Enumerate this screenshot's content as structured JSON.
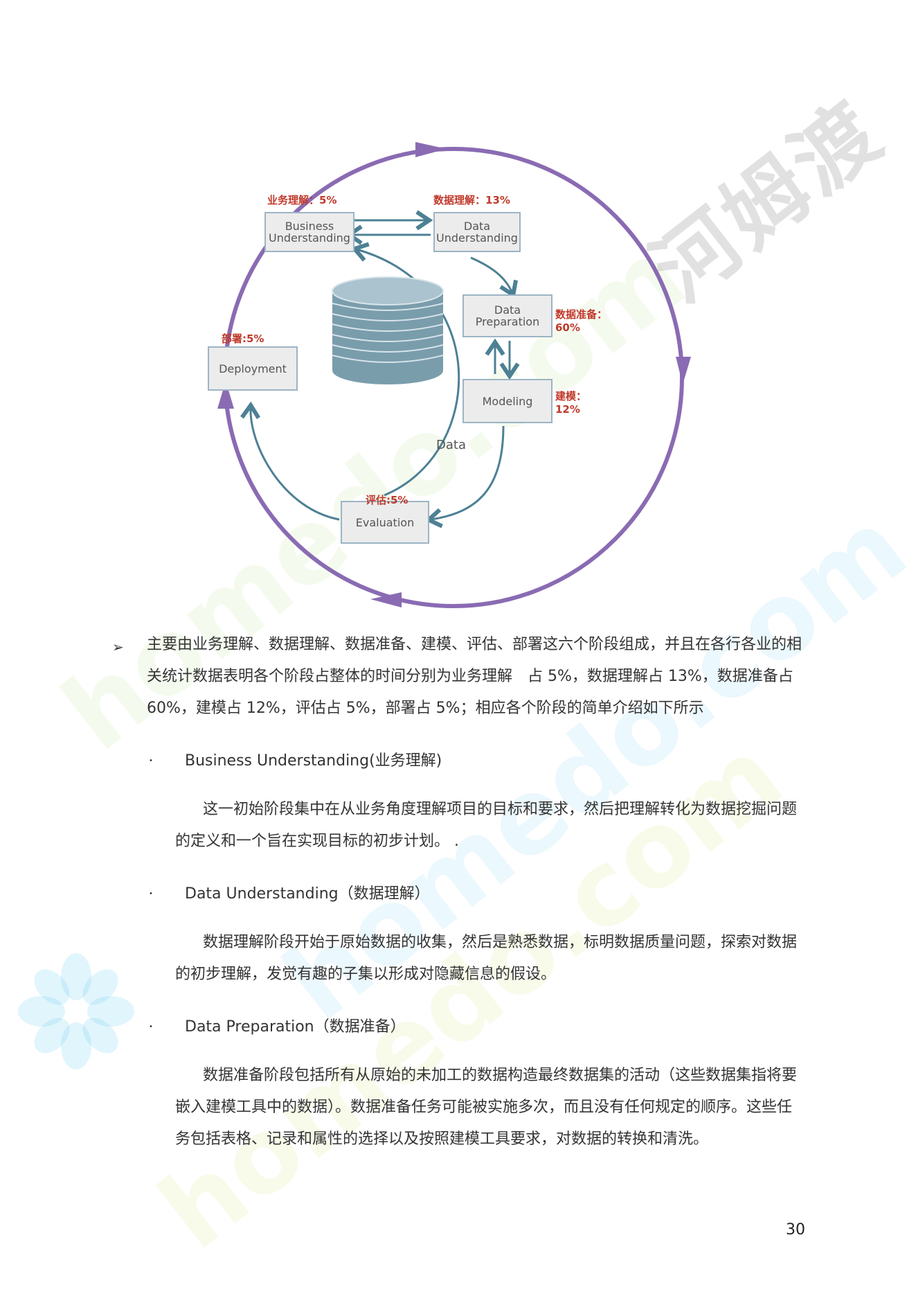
{
  "diagram": {
    "boxes": {
      "business": "Business\nUnderstanding",
      "data_understanding": "Data\nUnderstanding",
      "data_preparation": "Data\nPreparation",
      "modeling": "Modeling",
      "evaluation": "Evaluation",
      "deployment": "Deployment"
    },
    "percent_labels": {
      "business": "业务理解：5%",
      "data_understanding": "数据理解：13%",
      "data_preparation": "数据准备：\n60%",
      "modeling": "建模：\n12%",
      "evaluation": "评估:5%",
      "deployment": "部署:5%"
    },
    "center_label": "Data",
    "colors": {
      "cycle": "#8a6bb3",
      "flow": "#4d8094",
      "percent": "#c0392b"
    }
  },
  "intro": {
    "marker": "➢",
    "text": "主要由业务理解、数据理解、数据准备、建模、评估、部署这六个阶段组成，并且在各行各业的相关统计数据表明各个阶段占整体的时间分别为业务理解　占 5%，数据理解占 13%，数据准备占 60%，建模占 12%，评估占 5%，部署占 5%；相应各个阶段的简单介绍如下所示"
  },
  "sections": [
    {
      "title": "Business Understanding(业务理解)",
      "body": "这一初始阶段集中在从业务角度理解项目的目标和要求，然后把理解转化为数据挖掘问题的定义和一个旨在实现目标的初步计划。 ."
    },
    {
      "title": "Data Understanding（数据理解）",
      "body": "数据理解阶段开始于原始数据的收集，然后是熟悉数据，标明数据质量问题，探索对数据的初步理解，发觉有趣的子集以形成对隐藏信息的假设。"
    },
    {
      "title": "Data Preparation（数据准备）",
      "body": "数据准备阶段包括所有从原始的未加工的数据构造最终数据集的活动（这些数据集指将要嵌入建模工具中的数据）。数据准备任务可能被实施多次，而且没有任何规定的顺序。这些任务包括表格、记录和属性的选择以及按照建模工具要求，对数据的转换和清洗。"
    }
  ],
  "bullet_symbol": "•",
  "page_number": "30",
  "watermark": {
    "cn": "河姆渡",
    "en": "homedo.com"
  }
}
